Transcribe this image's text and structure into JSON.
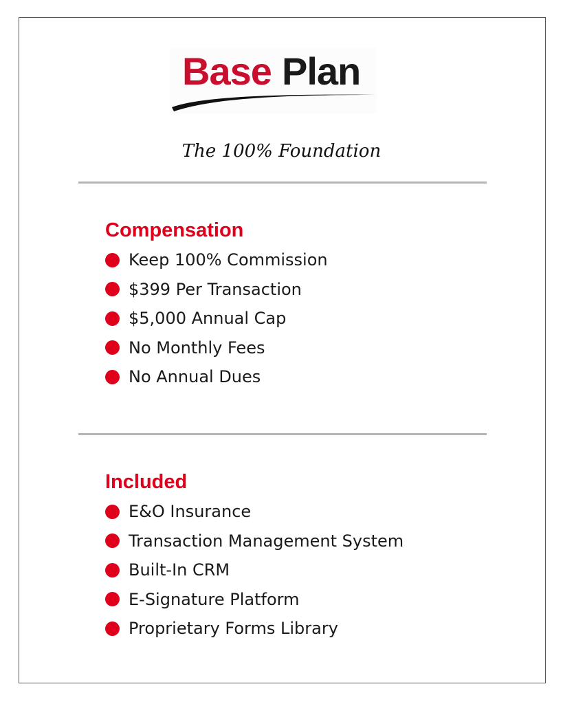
{
  "logo": {
    "word1": "Base",
    "word2": "Plan"
  },
  "tagline": "The 100% Foundation",
  "accent_color": "#e1001b",
  "sections": [
    {
      "heading": "Compensation",
      "items": [
        "Keep 100% Commission",
        "$399 Per Transaction",
        "$5,000 Annual Cap",
        "No Monthly Fees",
        "No Annual Dues"
      ]
    },
    {
      "heading": "Included",
      "items": [
        "E&O Insurance",
        "Transaction Management System",
        "Built-In CRM",
        "E-Signature Platform",
        "Proprietary Forms Library"
      ]
    }
  ]
}
